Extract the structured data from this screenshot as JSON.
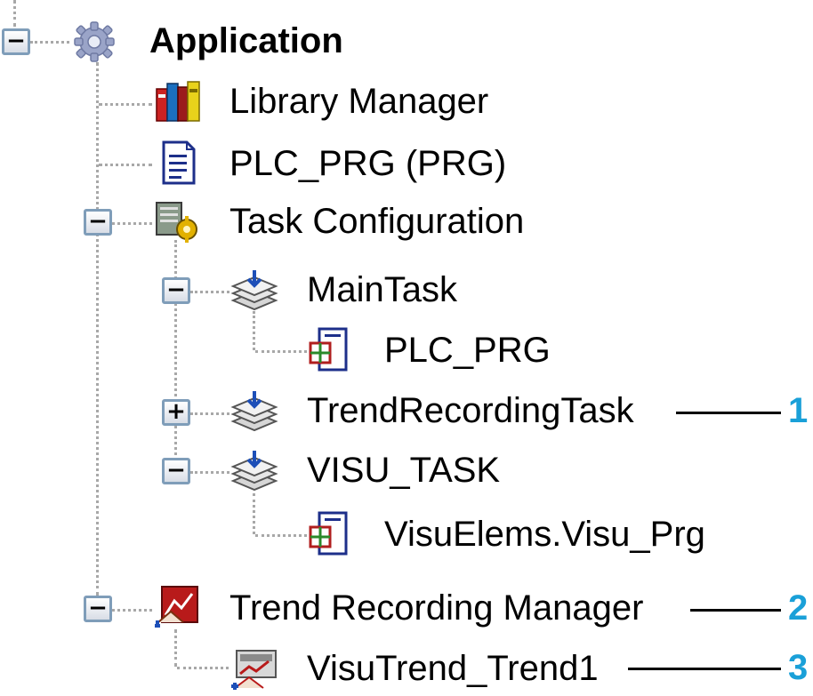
{
  "tree": {
    "application": {
      "label": "Application",
      "expanded": true,
      "icon": "gear-icon"
    },
    "library_manager": {
      "label": "Library Manager",
      "icon": "books-icon"
    },
    "plc_prg": {
      "label": "PLC_PRG (PRG)",
      "icon": "document-icon"
    },
    "task_configuration": {
      "label": "Task Configuration",
      "expanded": true,
      "icon": "task-configuration-icon"
    },
    "main_task": {
      "label": "MainTask",
      "expanded": true,
      "icon": "task-stack-icon"
    },
    "main_task_prg": {
      "label": "PLC_PRG",
      "icon": "program-call-icon"
    },
    "trend_recording_task": {
      "label": "TrendRecordingTask",
      "expanded": false,
      "icon": "task-stack-icon"
    },
    "visu_task": {
      "label": "VISU_TASK",
      "expanded": true,
      "icon": "task-stack-icon"
    },
    "visu_prg": {
      "label": "VisuElems.Visu_Prg",
      "icon": "program-call-icon"
    },
    "trend_recording_manager": {
      "label": "Trend Recording Manager",
      "expanded": true,
      "icon": "trend-manager-icon"
    },
    "visu_trend": {
      "label": "VisuTrend_Trend1",
      "icon": "trend-icon"
    }
  },
  "toggles": {
    "expanded_symbol": "−",
    "collapsed_symbol": "+"
  },
  "callouts": [
    {
      "number": "1"
    },
    {
      "number": "2"
    },
    {
      "number": "3"
    }
  ],
  "colors": {
    "callout": "#1aa0d8",
    "toggle_border": "#7f9db9",
    "connector": "#a8a8a8"
  }
}
